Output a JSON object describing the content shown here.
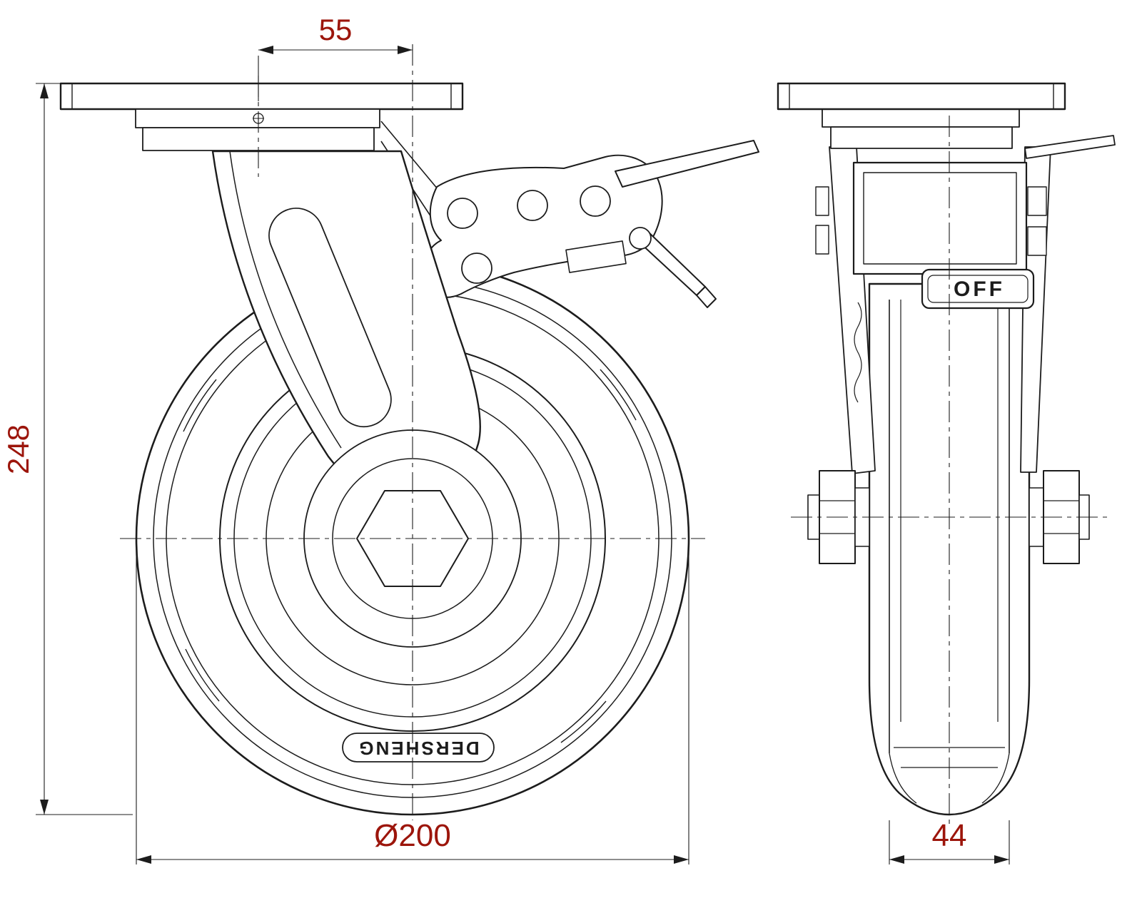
{
  "drawing": {
    "dimensions": {
      "swivel_offset": "55",
      "overall_height": "248",
      "wheel_diameter": "Ø200",
      "wheel_width": "44"
    },
    "labels": {
      "brand": "DERSHENG",
      "brake_pedal": "OFF"
    },
    "colors": {
      "line": "#1c1c1c",
      "dimension": "#9c150b",
      "background": "#ffffff"
    }
  }
}
